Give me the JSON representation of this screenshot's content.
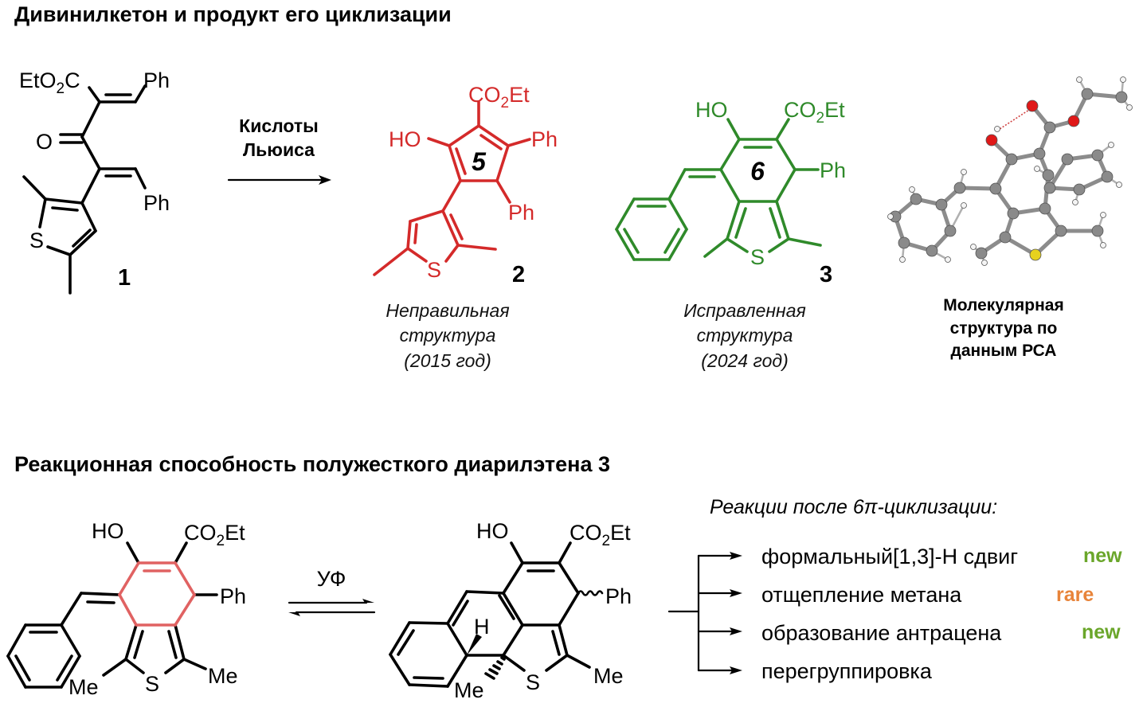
{
  "titles": {
    "top": "Дивинилкетон и продукт его циклизации",
    "bottom": "Реакционная способность полужесткого диарилэтена 3"
  },
  "reaction1": {
    "reagent_line1": "Кислоты",
    "reagent_line2": "Льюиса"
  },
  "compound1": {
    "ester": {
      "a": "EtO",
      "sub": "2",
      "b": "C"
    },
    "ph1": "Ph",
    "ph2": "Ph",
    "oxygen": "O",
    "sulfur": "S",
    "number": "1"
  },
  "compound2": {
    "ester": {
      "a": "CO",
      "sub": "2",
      "b": "Et"
    },
    "hydroxy": "HO",
    "ph1": "Ph",
    "ph2": "Ph",
    "sulfur": "S",
    "ring_size": "5",
    "number": "2",
    "caption": [
      "Неправильная",
      "структура",
      "(2015 год)"
    ],
    "color": "#d42a2a"
  },
  "compound3": {
    "ester": {
      "a": "CO",
      "sub": "2",
      "b": "Et"
    },
    "hydroxy": "HO",
    "ph": "Ph",
    "sulfur": "S",
    "ring_size": "6",
    "number": "3",
    "caption": [
      "Исправленная",
      "структура",
      "(2024 год)"
    ],
    "color": "#2f8a2a"
  },
  "xray": {
    "caption": [
      "Молекулярная",
      "структура по",
      "данным РСА"
    ]
  },
  "scheme2": {
    "left": {
      "hydroxy": "HO",
      "ester": {
        "a": "CO",
        "sub": "2",
        "b": "Et"
      },
      "ph": "Ph",
      "sulfur": "S",
      "me1": "Me",
      "me2": "Me",
      "ring_color": "#e06262"
    },
    "condition": "УФ",
    "right": {
      "hydroxy": "HO",
      "ester": {
        "a": "CO",
        "sub": "2",
        "b": "Et"
      },
      "ph": "Ph",
      "hydrogen": "H",
      "sulfur": "S",
      "me1": "Me",
      "me2": "Me"
    }
  },
  "reactions": {
    "heading": "Реакции после 6π-циклизации:",
    "items": [
      {
        "label": "формальный[1,3]-H сдвиг",
        "tag": "new"
      },
      {
        "label": "отщепление метана",
        "tag": "rare"
      },
      {
        "label": "образование антрацена",
        "tag": "new"
      },
      {
        "label": "перегруппировка",
        "tag": ""
      }
    ],
    "tag_colors": {
      "new": "#6aa62a",
      "rare": "#e8843a"
    }
  }
}
